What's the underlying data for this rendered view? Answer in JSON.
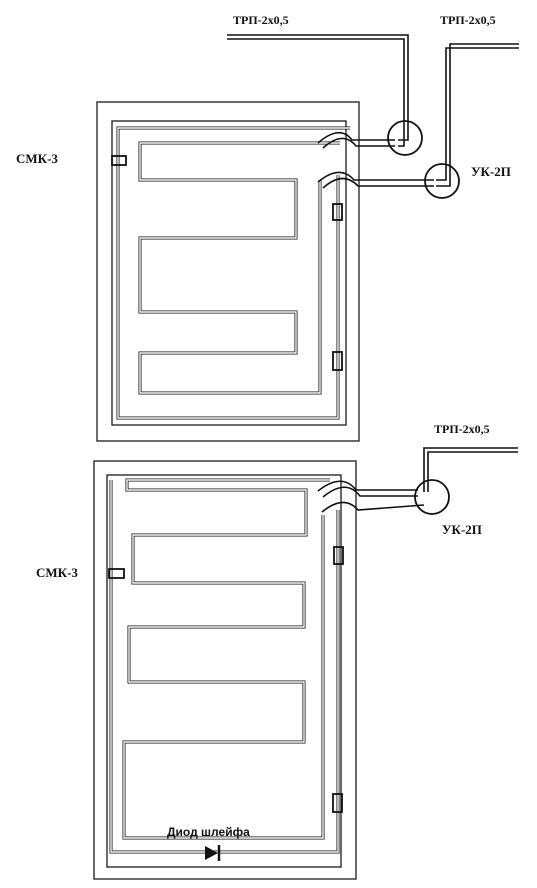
{
  "top_unit": {
    "device_label": "СМК-3",
    "cable_label_left": "ТРП-2х0,5",
    "cable_label_right": "ТРП-2х0,5",
    "box_label": "УК-2П"
  },
  "bottom_unit": {
    "device_label": "СМК-3",
    "cable_label": "ТРП-2х0,5",
    "box_label": "УК-2П",
    "diode_label": "Диод шлейфа"
  }
}
